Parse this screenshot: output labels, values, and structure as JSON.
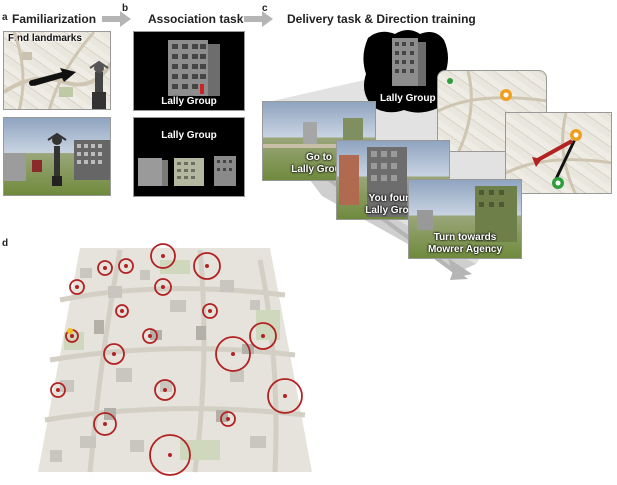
{
  "panels": {
    "a": {
      "letter": "a",
      "title": "Familiarization",
      "map_caption": "Find landmarks"
    },
    "b": {
      "letter": "b",
      "title": "Association task",
      "label_top": "Lally Group",
      "label_bottom": "Lally Group"
    },
    "c": {
      "letter": "c",
      "title": "Delivery task & Direction training",
      "bubble_label": "Lally Group",
      "screen_goto": "Go to\nLally Group",
      "screen_found": "You found\nLally Group",
      "screen_turn": "Turn towards\nMowrer Agency"
    },
    "d": {
      "letter": "d"
    }
  },
  "colors": {
    "arrow_grey": "#b5b5b5",
    "marker_red": "#b22222",
    "marker_orange": "#f0a020",
    "marker_green": "#2e9e3a"
  },
  "icons": [
    "arrow-right-icon",
    "location-pin-icon",
    "building-icon",
    "statue-icon"
  ]
}
